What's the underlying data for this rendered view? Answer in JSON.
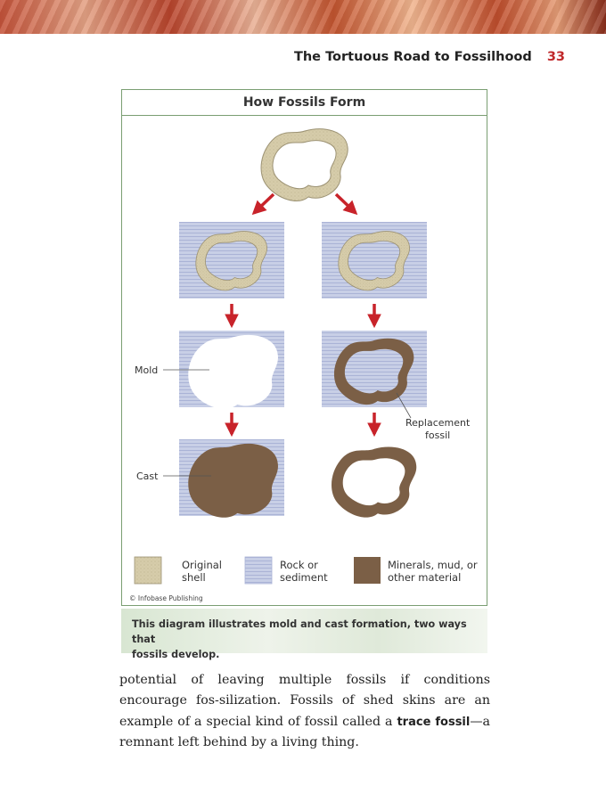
{
  "header": {
    "running_title": "The Tortuous Road to Fossilhood",
    "page_number": "33"
  },
  "figure": {
    "title": "How Fossils Form",
    "labels": {
      "mold": "Mold",
      "cast": "Cast",
      "replacement_line1": "Replacement",
      "replacement_line2": "fossil"
    },
    "legend": [
      {
        "line1": "Original",
        "line2": "shell"
      },
      {
        "line1": "Rock or",
        "line2": "sediment"
      },
      {
        "line1": "Minerals, mud, or",
        "line2": "other material"
      }
    ],
    "credit": "© Infobase Publishing",
    "colors": {
      "shell": "#d6ccaa",
      "shell_outline": "#9c9273",
      "sediment": "#c8cfe6",
      "sediment_line": "#aab3d6",
      "mineral": "#7b5f46",
      "arrow": "#c8232a",
      "border": "#7a9e72"
    }
  },
  "caption": {
    "line1": "This diagram illustrates mold and cast formation, two ways that",
    "line2": "fossils develop."
  },
  "body": {
    "before": "potential of leaving multiple fossils if conditions encourage fos-silization. Fossils of shed skins are an example of a special kind of fossil called a ",
    "term": "trace fossil",
    "after": "—a remnant left behind by a living thing."
  }
}
